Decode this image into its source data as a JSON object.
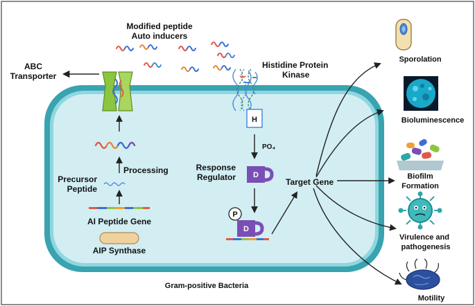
{
  "labels": {
    "modified_peptide": "Modified peptide",
    "auto_inducers": "Auto inducers",
    "abc_line1": "ABC",
    "abc_line2": "Transporter",
    "histidine_line1": "Histidine Protein",
    "histidine_line2": "Kinase",
    "kinase_h": "H",
    "po4": "PO₄",
    "processing": "Processing",
    "precursor_line1": "Precursor",
    "precursor_line2": "Peptide",
    "response_line1": "Response",
    "response_line2": "Regulator",
    "regulator_d": "D",
    "phospho_p": "P",
    "phospho_d": "D",
    "target_gene": "Target Gene",
    "ai_peptide_gene": "AI Peptide Gene",
    "aip_synthase": "AIP Synthase",
    "cell_name": "Gram-positive Bacteria"
  },
  "outcomes": [
    {
      "line1": "Sporolation",
      "line2": ""
    },
    {
      "line1": "Bioluminescence",
      "line2": ""
    },
    {
      "line1": "Biofilm",
      "line2": "Formation"
    },
    {
      "line1": "Virulence and",
      "line2": "pathogenesis"
    },
    {
      "line1": "Motility",
      "line2": ""
    }
  ],
  "colors": {
    "membrane_outer": "#39a3b0",
    "membrane_inner": "#8fd6e0",
    "cytoplasm": "#d2eef3",
    "transporter": "#8cc63f",
    "regulator": "#7a4fb5",
    "synthase": "#f0d2a0",
    "bioluminescence": "#1aa8c8",
    "virus": "#2fa6a8",
    "motility": "#2c4f9e"
  }
}
